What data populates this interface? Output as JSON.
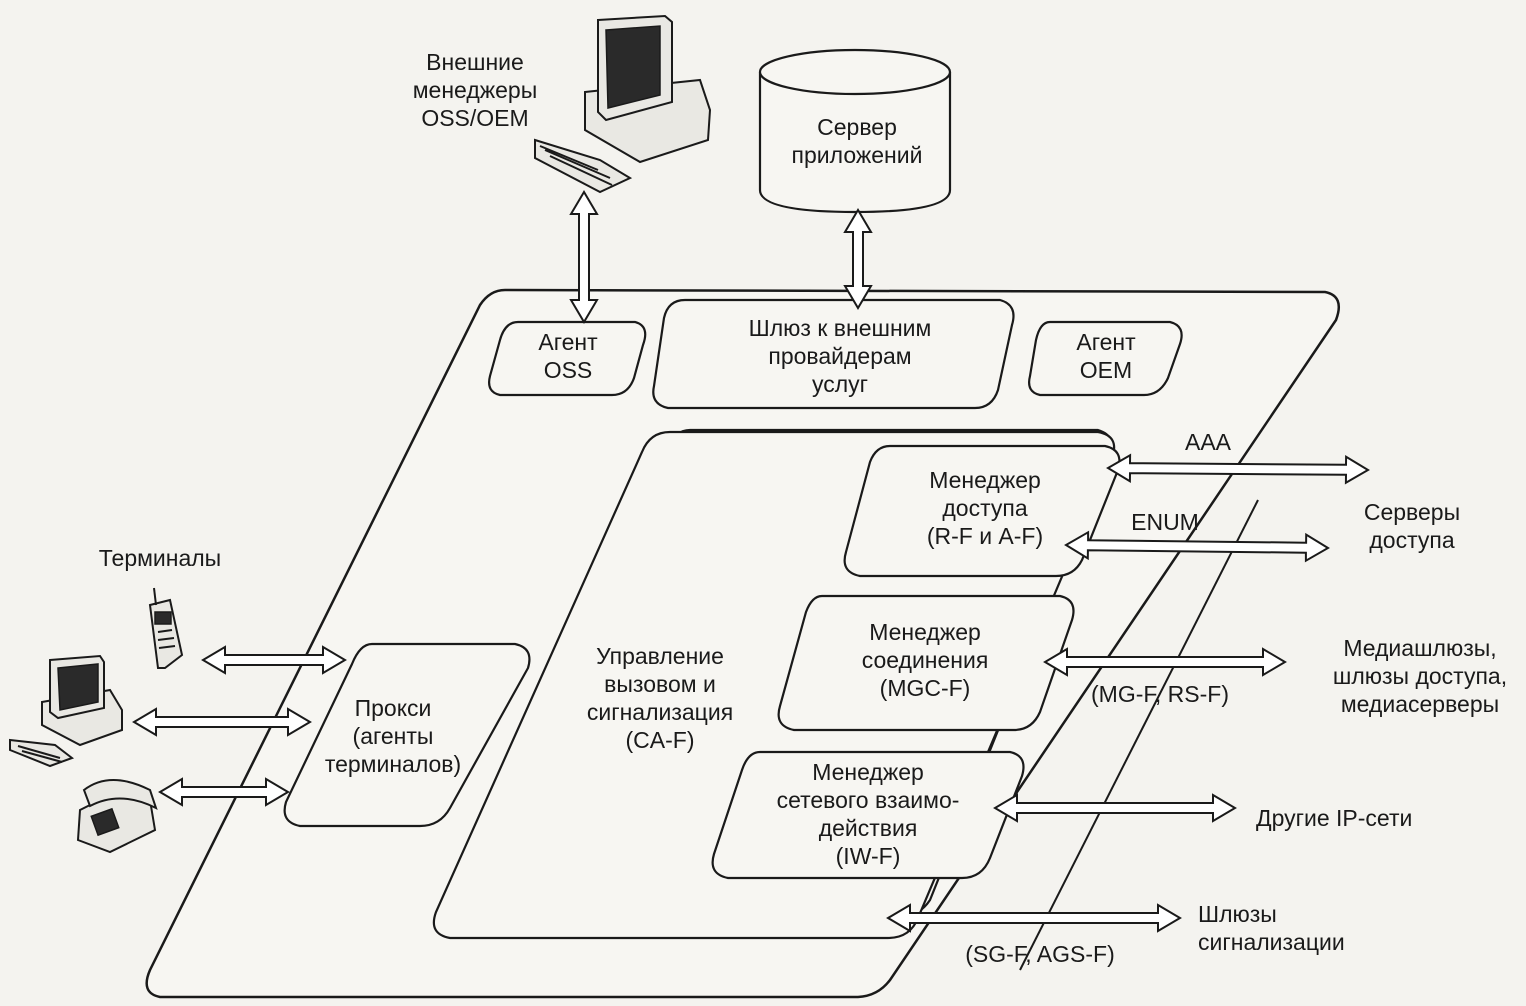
{
  "top": {
    "oss_oem_managers": [
      "Внешние",
      "менеджеры",
      "OSS/OEM"
    ],
    "app_server": [
      "Сервер",
      "приложений"
    ]
  },
  "service_layer": {
    "oss_agent": [
      "Агент",
      "OSS"
    ],
    "provider_gateway": [
      "Шлюз к внешним",
      "провайдерам",
      "услуг"
    ],
    "oem_agent": [
      "Агент",
      "OEM"
    ]
  },
  "call_control": {
    "label": [
      "Управление",
      "вызовом и",
      "сигнализация",
      "(CA-F)"
    ],
    "access_manager": [
      "Менеджер",
      "доступа",
      "(R-F и A-F)"
    ],
    "connection_manager": [
      "Менеджер",
      "соединения",
      "(MGC-F)"
    ],
    "interworking_manager": [
      "Менеджер",
      "сетевого взаимо-",
      "действия",
      "(IW-F)"
    ]
  },
  "proxy": [
    "Прокси",
    "(агенты",
    "терминалов)"
  ],
  "terminals_label": "Терминалы",
  "links": {
    "aaa": "AAA",
    "enum": "ENUM",
    "mg_rs": "(MG-F, RS-F)",
    "sg_ags": "(SG-F, AGS-F)"
  },
  "external": {
    "access_servers": [
      "Серверы",
      "доступа"
    ],
    "media_gateways": [
      "Медиашлюзы,",
      "шлюзы доступа,",
      "медиасерверы"
    ],
    "other_ip": "Другие IP-сети",
    "signaling_gateways": [
      "Шлюзы",
      "сигнализации"
    ]
  },
  "icons": [
    "computer-icon",
    "database-icon",
    "mobile-phone-icon",
    "desktop-computer-icon",
    "telephone-icon"
  ],
  "colors": {
    "ink": "#1a1a1a",
    "paper": "#f4f3ef"
  }
}
